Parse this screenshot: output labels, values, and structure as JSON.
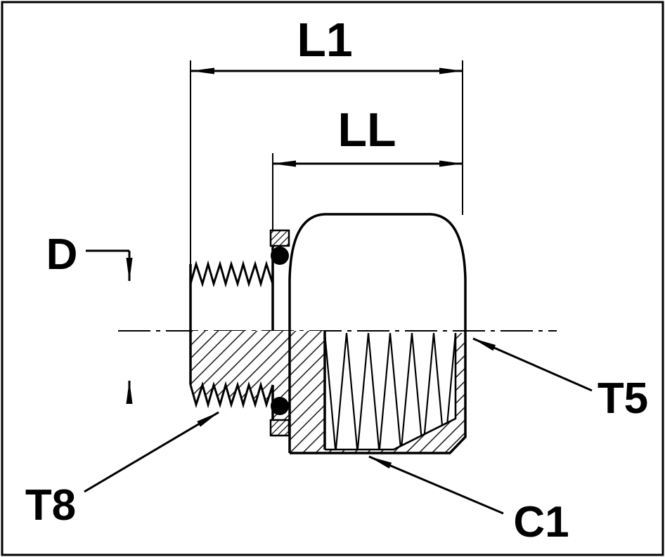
{
  "diagram": {
    "type": "technical-drawing",
    "subject": "threaded hydraulic fitting cross-section",
    "line_color": "#000000",
    "background_color": "#ffffff",
    "labels": {
      "l1": "L1",
      "ll": "LL",
      "d": "D",
      "t5": "T5",
      "t8": "T8",
      "c1": "C1"
    }
  }
}
